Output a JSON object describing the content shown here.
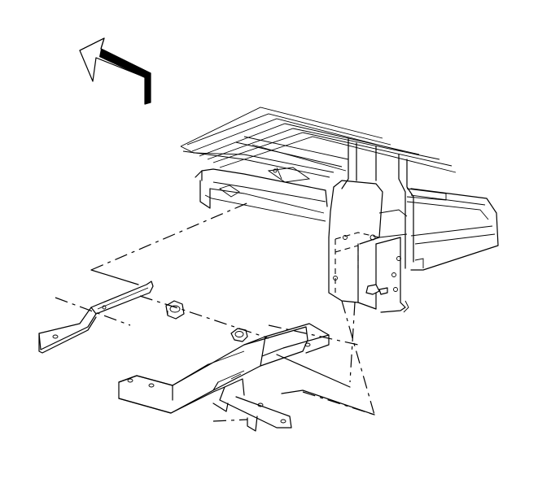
{
  "diagram": {
    "background": "#ffffff",
    "line_color": "#000000",
    "icons": [
      "direction-arrow-icon"
    ],
    "parts": [
      "vehicle-frame-assembly",
      "upper-mounting-bracket",
      "spring-hanger-bracket",
      "lower-mounting-bracket",
      "mounting-bracket",
      "nut",
      "nut",
      "crossmember-bracket"
    ]
  }
}
